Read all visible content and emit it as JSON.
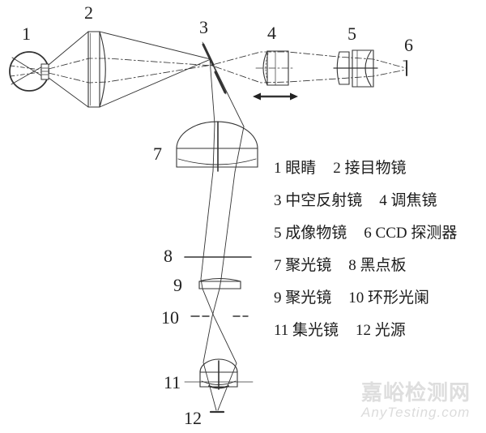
{
  "diagram": {
    "labels": [
      "1",
      "2",
      "3",
      "4",
      "5",
      "6",
      "7",
      "8",
      "9",
      "10",
      "11",
      "12"
    ]
  },
  "legend": {
    "rows": [
      [
        "1 眼睛",
        "2 接目物镜"
      ],
      [
        "3 中空反射镜",
        "4 调焦镜"
      ],
      [
        "5 成像物镜",
        "6 CCD 探测器"
      ],
      [
        "7 聚光镜",
        "8 黑点板"
      ],
      [
        "9 聚光镜",
        "10 环形光阑"
      ],
      [
        "11 集光镜",
        "12 光源"
      ]
    ]
  },
  "watermark": {
    "line1": "嘉峪检测网",
    "line2": "AnyTesting.com"
  },
  "colors": {
    "ink": "#333333",
    "watermark": "#dedede",
    "background": "#ffffff"
  }
}
